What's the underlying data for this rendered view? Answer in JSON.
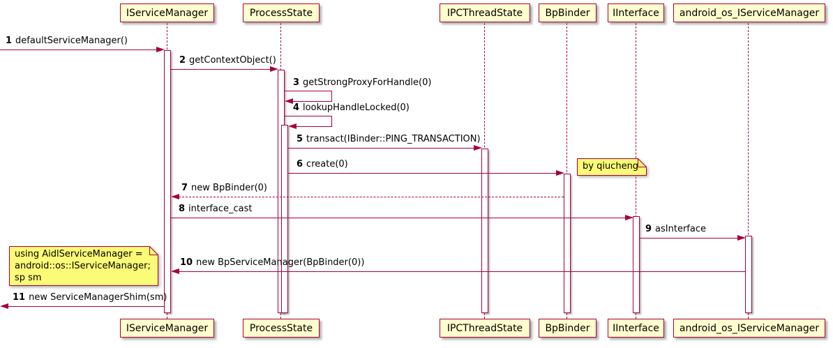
{
  "colors": {
    "accent": "#A80036",
    "box_fill": "#FEFECE",
    "note_fill": "#FBFB77",
    "text": "#000000"
  },
  "participants": [
    {
      "name": "IServiceManager"
    },
    {
      "name": "ProcessState"
    },
    {
      "name": "IPCThreadState"
    },
    {
      "name": "BpBinder"
    },
    {
      "name": "IInterface"
    },
    {
      "name": "android_os_IServiceManager"
    }
  ],
  "messages": [
    {
      "num": "1",
      "text": "defaultServiceManager()"
    },
    {
      "num": "2",
      "text": "getContextObject()"
    },
    {
      "num": "3",
      "text": "getStrongProxyForHandle(0)"
    },
    {
      "num": "4",
      "text": "lookupHandleLocked(0)"
    },
    {
      "num": "5",
      "text": "transact(IBinder::PING_TRANSACTION)"
    },
    {
      "num": "6",
      "text": "create(0)"
    },
    {
      "num": "7",
      "text": "new BpBinder(0)"
    },
    {
      "num": "8",
      "text": "interface_cast"
    },
    {
      "num": "9",
      "text": "asInterface"
    },
    {
      "num": "10",
      "text": "new BpServiceManager(BpBinder(0))"
    },
    {
      "num": "11",
      "text": "new ServiceManagerShim(sm)"
    }
  ],
  "notes": [
    {
      "text": "by qiucheng"
    },
    {
      "lines": [
        "using AidlServiceManager =",
        "android::os::IServiceManager;",
        "sp sm"
      ]
    }
  ]
}
